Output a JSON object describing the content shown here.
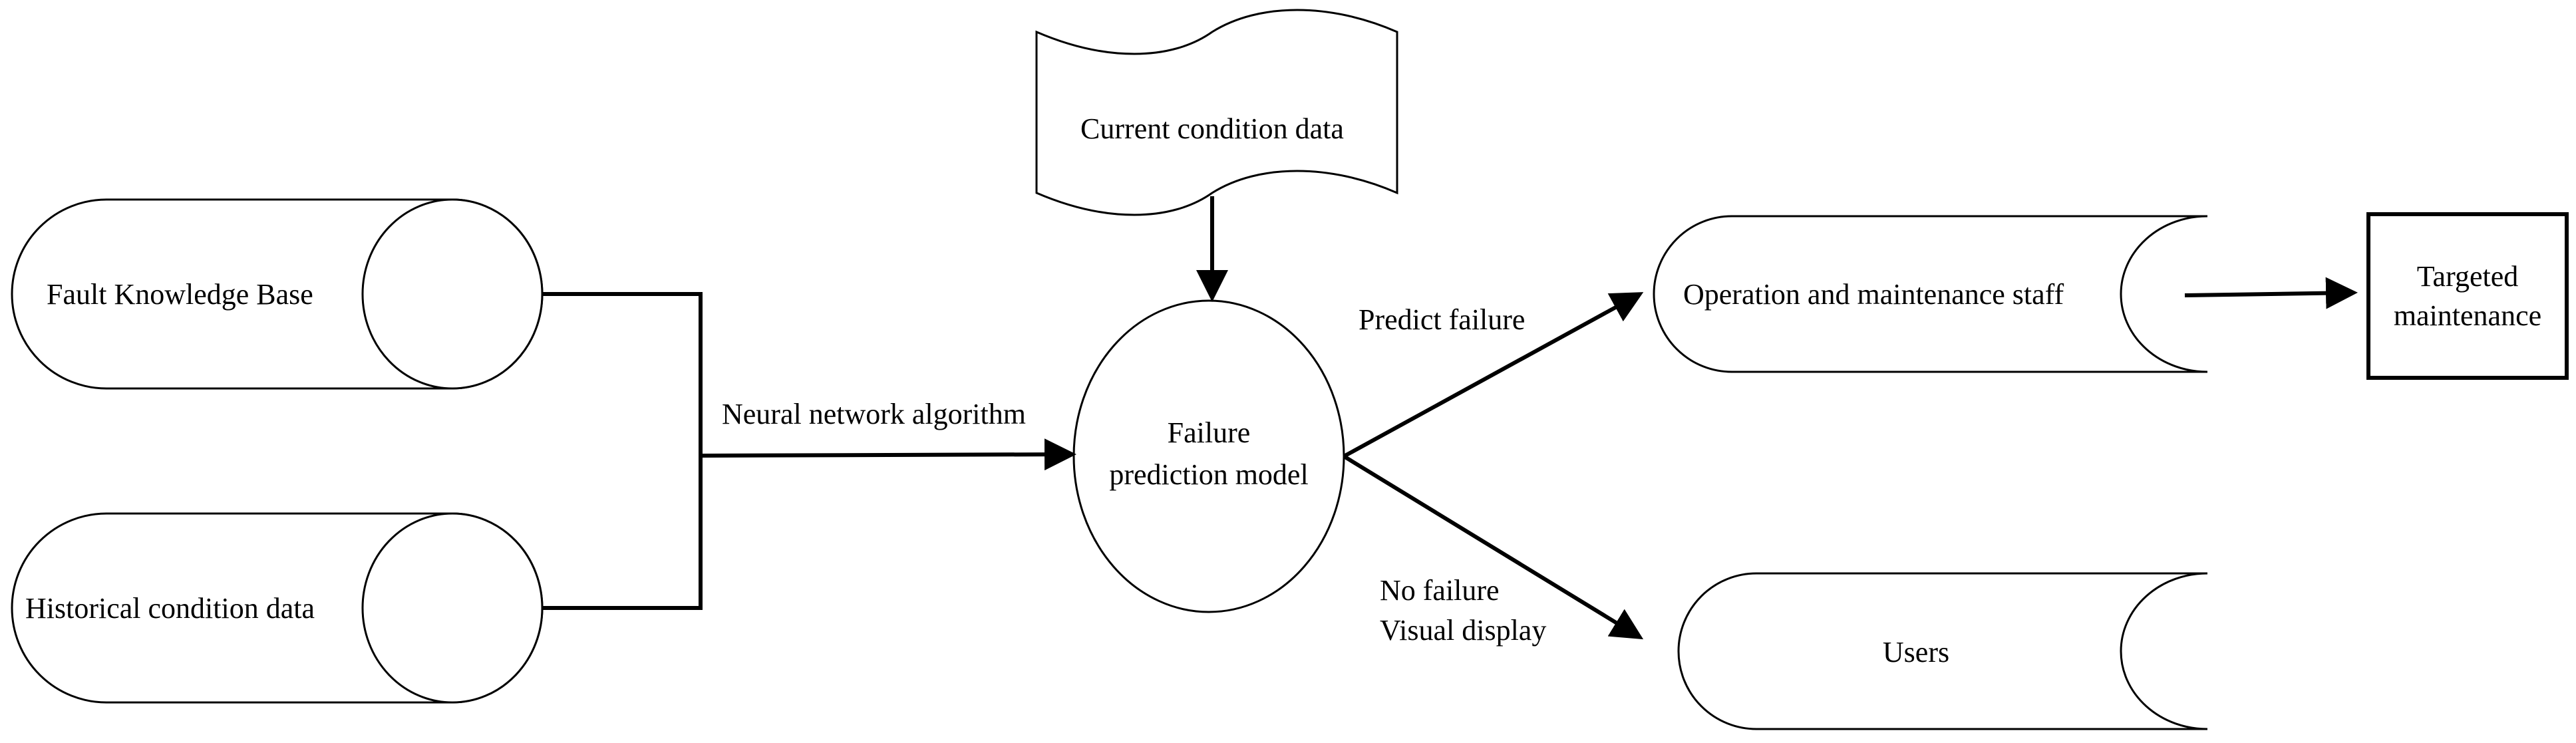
{
  "diagram": {
    "nodes": {
      "fault_kb": {
        "label": "Fault Knowledge Base"
      },
      "historical": {
        "label": "Historical condition data"
      },
      "current": {
        "label": "Current condition data"
      },
      "model": {
        "line1": "Failure",
        "line2": "prediction model"
      },
      "staff": {
        "label": "Operation and maintenance staff"
      },
      "users": {
        "label": "Users"
      },
      "targeted": {
        "line1": "Targeted",
        "line2": "maintenance"
      }
    },
    "edges": {
      "neural": {
        "label": "Neural network algorithm"
      },
      "predict": {
        "label": "Predict failure"
      },
      "no_failure": {
        "line1": "No failure",
        "line2": "Visual display"
      }
    }
  }
}
